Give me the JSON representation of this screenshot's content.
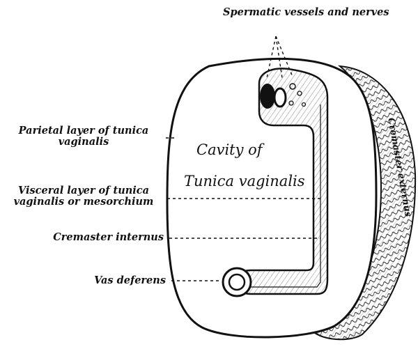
{
  "labels": {
    "spermatic_vessels": "Spermatic vessels and nerves",
    "parietal_line1": "Parietal layer of tunica",
    "parietal_line2": "vaginalis",
    "visceral_line1": "Visceral layer of tunica",
    "visceral_line2": "vaginalis or mesorchium",
    "cremaster_internus": "Cremaster internus",
    "vas_deferens": "Vas deferens",
    "cavity_line1": "Cavity of",
    "cavity_line2": "Tunica vaginalis",
    "cremaster_externus": "Cremaster externus"
  },
  "colors": {
    "ink": "#111111",
    "paper": "#ffffff"
  }
}
